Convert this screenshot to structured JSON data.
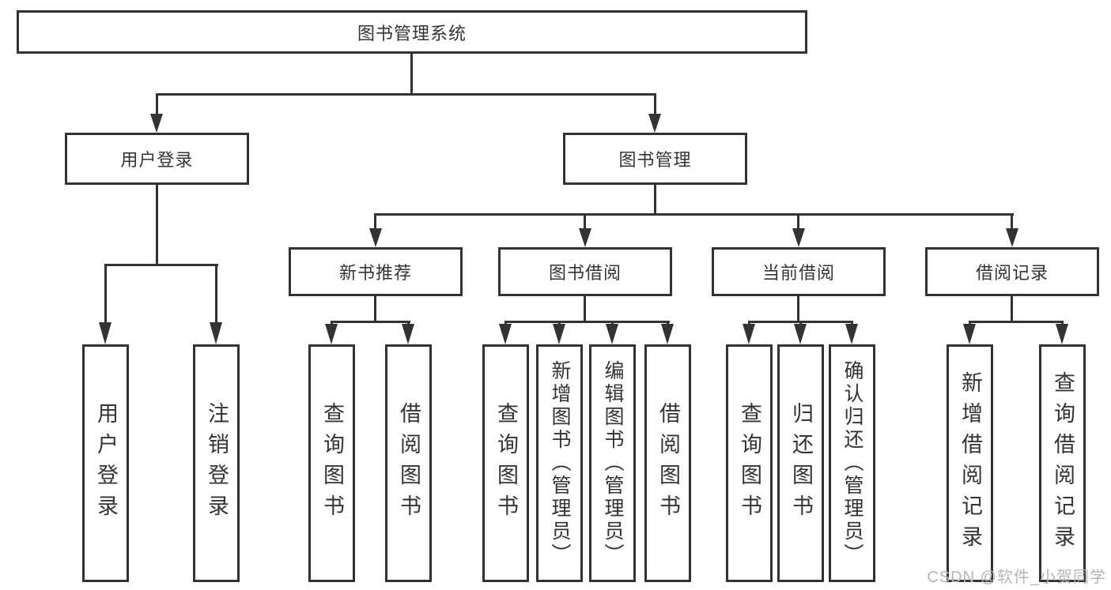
{
  "title": "图书管理系统",
  "nodes": {
    "user_login": {
      "label": "用户登录"
    },
    "book_management": {
      "label": "图书管理"
    },
    "new_book_recommend": {
      "label": "新书推荐"
    },
    "book_borrow": {
      "label": "图书借阅"
    },
    "current_borrow": {
      "label": "当前借阅"
    },
    "borrow_records": {
      "label": "借阅记录"
    }
  },
  "leaves": {
    "user_login": [
      "用户登录",
      "注销登录"
    ],
    "new_book_recommend": [
      "查询图书",
      "借阅图书"
    ],
    "book_borrow": [
      "查询图书",
      "新增图书（管理员）",
      "编辑图书（管理员）",
      "借阅图书"
    ],
    "current_borrow": [
      "查询图书",
      "归还图书",
      "确认归还（管理员）"
    ],
    "borrow_records": [
      "新增借阅记录",
      "查询借阅记录"
    ]
  },
  "watermark": "CSDN @软件_小贺同学"
}
